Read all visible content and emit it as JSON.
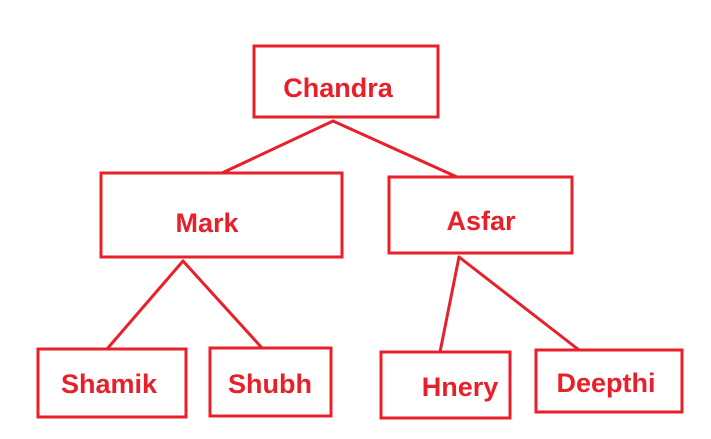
{
  "colors": {
    "stroke": "#e8202a",
    "text": "#e8202a",
    "background": "#ffffff"
  },
  "nodes": {
    "root": {
      "label": "Chandra"
    },
    "left_child": {
      "label": "Mark"
    },
    "right_child": {
      "label": "Asfar"
    },
    "left_left": {
      "label": "Shamik"
    },
    "left_right": {
      "label": "Shubh"
    },
    "right_left": {
      "label": "Hnery"
    },
    "right_right": {
      "label": "Deepthi"
    }
  },
  "edges": [
    {
      "from": "Chandra",
      "to": "Mark"
    },
    {
      "from": "Chandra",
      "to": "Asfar"
    },
    {
      "from": "Mark",
      "to": "Shamik"
    },
    {
      "from": "Mark",
      "to": "Shubh"
    },
    {
      "from": "Asfar",
      "to": "Hnery"
    },
    {
      "from": "Asfar",
      "to": "Deepthi"
    }
  ]
}
